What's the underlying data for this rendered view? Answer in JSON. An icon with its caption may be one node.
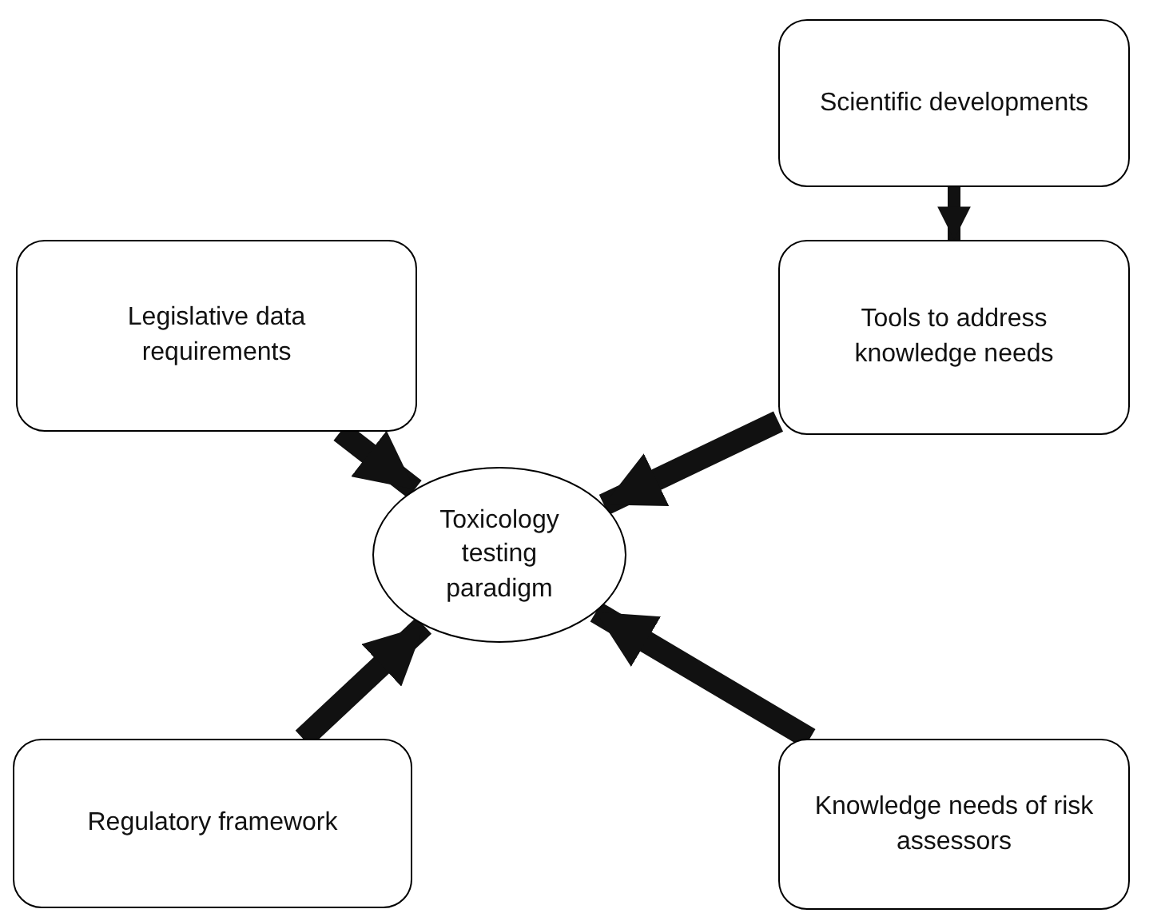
{
  "diagram": {
    "nodes": [
      {
        "text": [
          "Scientific developments"
        ]
      },
      {
        "text": [
          "Legislative data requirements"
        ]
      },
      {
        "text": [
          "Tools to address knowledge needs"
        ]
      },
      {
        "text": [
          "Toxicology testing paradigm"
        ]
      },
      {
        "text": [
          "Regulatory framework"
        ]
      },
      {
        "text": [
          "Knowledge needs of risk assessors"
        ]
      }
    ],
    "edges": [
      {
        "from": 0,
        "to": 2,
        "arrow": "to"
      },
      {
        "from": 1,
        "to": 3,
        "arrow": "to"
      },
      {
        "from": 2,
        "to": 3,
        "arrow": "to"
      },
      {
        "from": 4,
        "to": 3,
        "arrow": "to"
      },
      {
        "from": 5,
        "to": 3,
        "arrow": "to"
      }
    ]
  }
}
